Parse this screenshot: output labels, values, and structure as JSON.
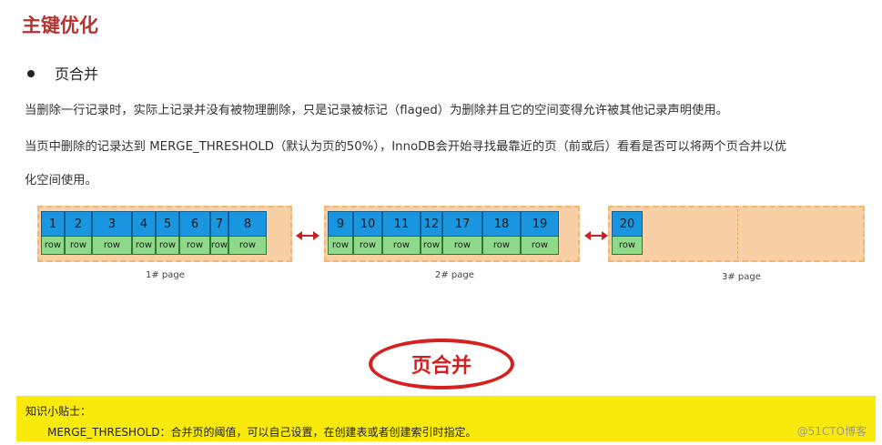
{
  "title": "主键优化",
  "bullet": "页合并",
  "paragraphs": [
    "当删除一行记录时，实际上记录并没有被物理删除，只是记录被标记（flaged）为删除并且它的空间变得允许被其他记录声明使用。",
    "当页中删除的记录达到 MERGE_THRESHOLD（默认为页的50%），InnoDB会开始寻找最靠近的页（前或后）看看是否可以将两个页合并以优",
    "化空间使用。"
  ],
  "pages": [
    {
      "label": "1#  page",
      "keys": [
        "1",
        "2",
        "3",
        "4",
        "5",
        "6",
        "7",
        "8"
      ],
      "row_label": "row"
    },
    {
      "label": "2#  page",
      "keys": [
        "9",
        "10",
        "11",
        "12",
        "17",
        "18",
        "19"
      ],
      "row_label": "row"
    },
    {
      "label": "3#  page",
      "keys": [
        "20"
      ],
      "row_label": "row"
    }
  ],
  "badge": "页合并",
  "tip": {
    "title": "知识小贴士：",
    "text": "MERGE_THRESHOLD：合并页的阈值，可以自己设置，在创建表或者创建索引时指定。"
  },
  "watermark": "@51CTO博客",
  "colors": {
    "title": "#b5332e",
    "key_cell": "#1a95e0",
    "row_cell": "#8fd98a",
    "page_bg": "#f9cfa6",
    "arrow": "#c62222",
    "badge": "#d61f1f",
    "tip_bg": "#f9ea0c"
  }
}
